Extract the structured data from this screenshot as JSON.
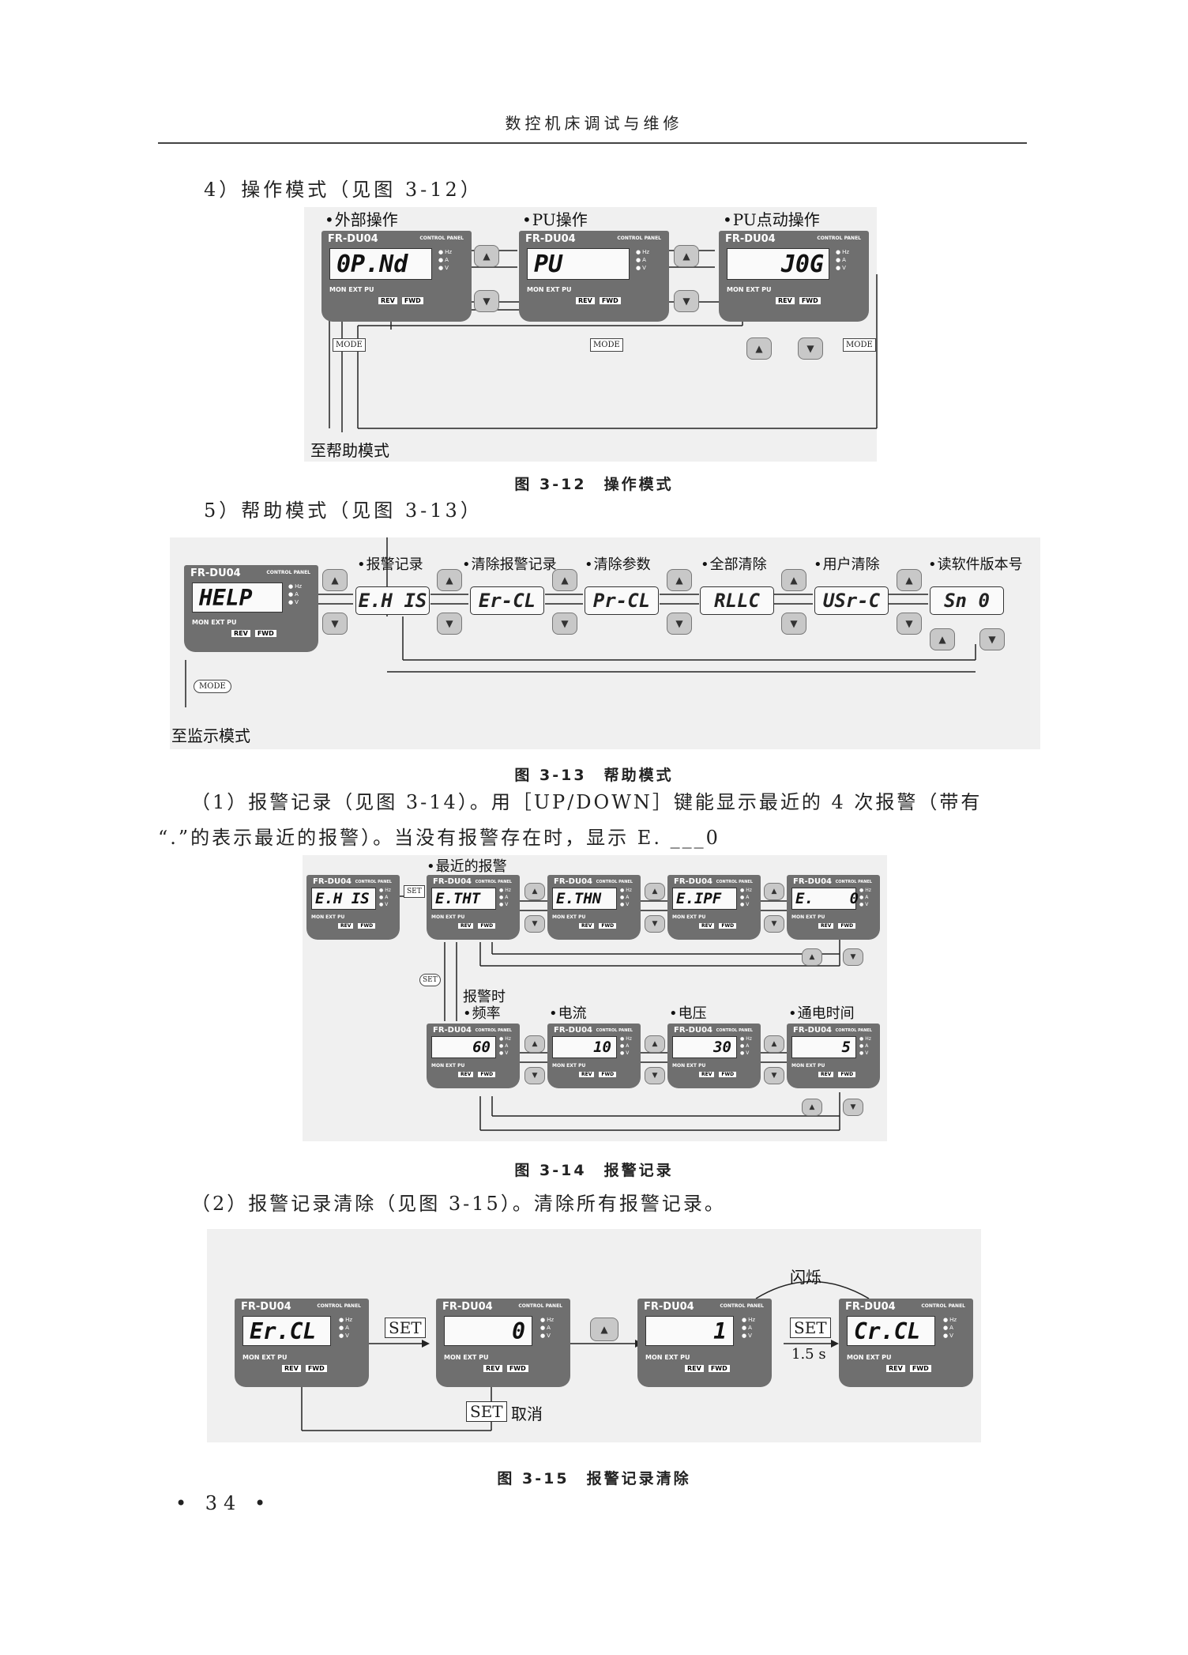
{
  "header": {
    "title": "数控机床调试与维修"
  },
  "section4": {
    "heading": "4）操作模式（见图 3-12）",
    "labels": [
      "外部操作",
      "PU操作",
      "PU点动操作"
    ],
    "displays": [
      "0P.Nd",
      "PU",
      "J0G"
    ],
    "mode_key": "MODE",
    "destination": "至帮助模式",
    "caption": "图 3-12　操作模式"
  },
  "section5": {
    "heading": "5）帮助模式（见图 3-13）",
    "labels": [
      "报警记录",
      "清除报警记录",
      "清除参数",
      "全部清除",
      "用户清除",
      "读软件版本号"
    ],
    "displays": [
      "HELP",
      "E.H IS",
      "Er-CL",
      "Pr-CL",
      "RLLC",
      "USr-C",
      "Sn 0"
    ],
    "mode_key": "MODE",
    "destination": "至监示模式",
    "caption": "图 3-13　帮助模式"
  },
  "paragraph1": {
    "line1": "（1）报警记录（见图 3-14）。用［UP/DOWN］键能显示最近的 4 次报警（带有",
    "line2": "“.”的表示最近的报警）。当没有报警存在时，显示 E. ___0"
  },
  "fig14": {
    "top_label": "最近的报警",
    "top_displays": [
      "E.H IS",
      "E.THT",
      "E.THN",
      "E.IPF",
      "E.    0"
    ],
    "alarm_label": "报警时",
    "bottom_labels": [
      "频率",
      "电流",
      "电压",
      "通电时间"
    ],
    "bottom_displays": [
      "60",
      "10",
      "30",
      "5"
    ],
    "set_key": "SET",
    "caption": "图 3-14　报警记录"
  },
  "paragraph2": {
    "text": "（2）报警记录清除（见图 3-15）。清除所有报警记录。"
  },
  "fig15": {
    "displays": [
      "Er.CL",
      "0",
      "1",
      "Cr.CL"
    ],
    "set_key": "SET",
    "blink_label": "闪烁",
    "time_label": "1.5 s",
    "cancel_label": "取消",
    "caption": "图 3-15　报警记录清除"
  },
  "panel": {
    "brand": "FR-DU04",
    "control_panel": "CONTROL PANEL",
    "units": [
      "Hz",
      "A",
      "V"
    ],
    "leds": "MON  EXT  PU",
    "keys": [
      "REV",
      "FWD"
    ]
  },
  "footer": {
    "page_number": "• 34 •"
  }
}
